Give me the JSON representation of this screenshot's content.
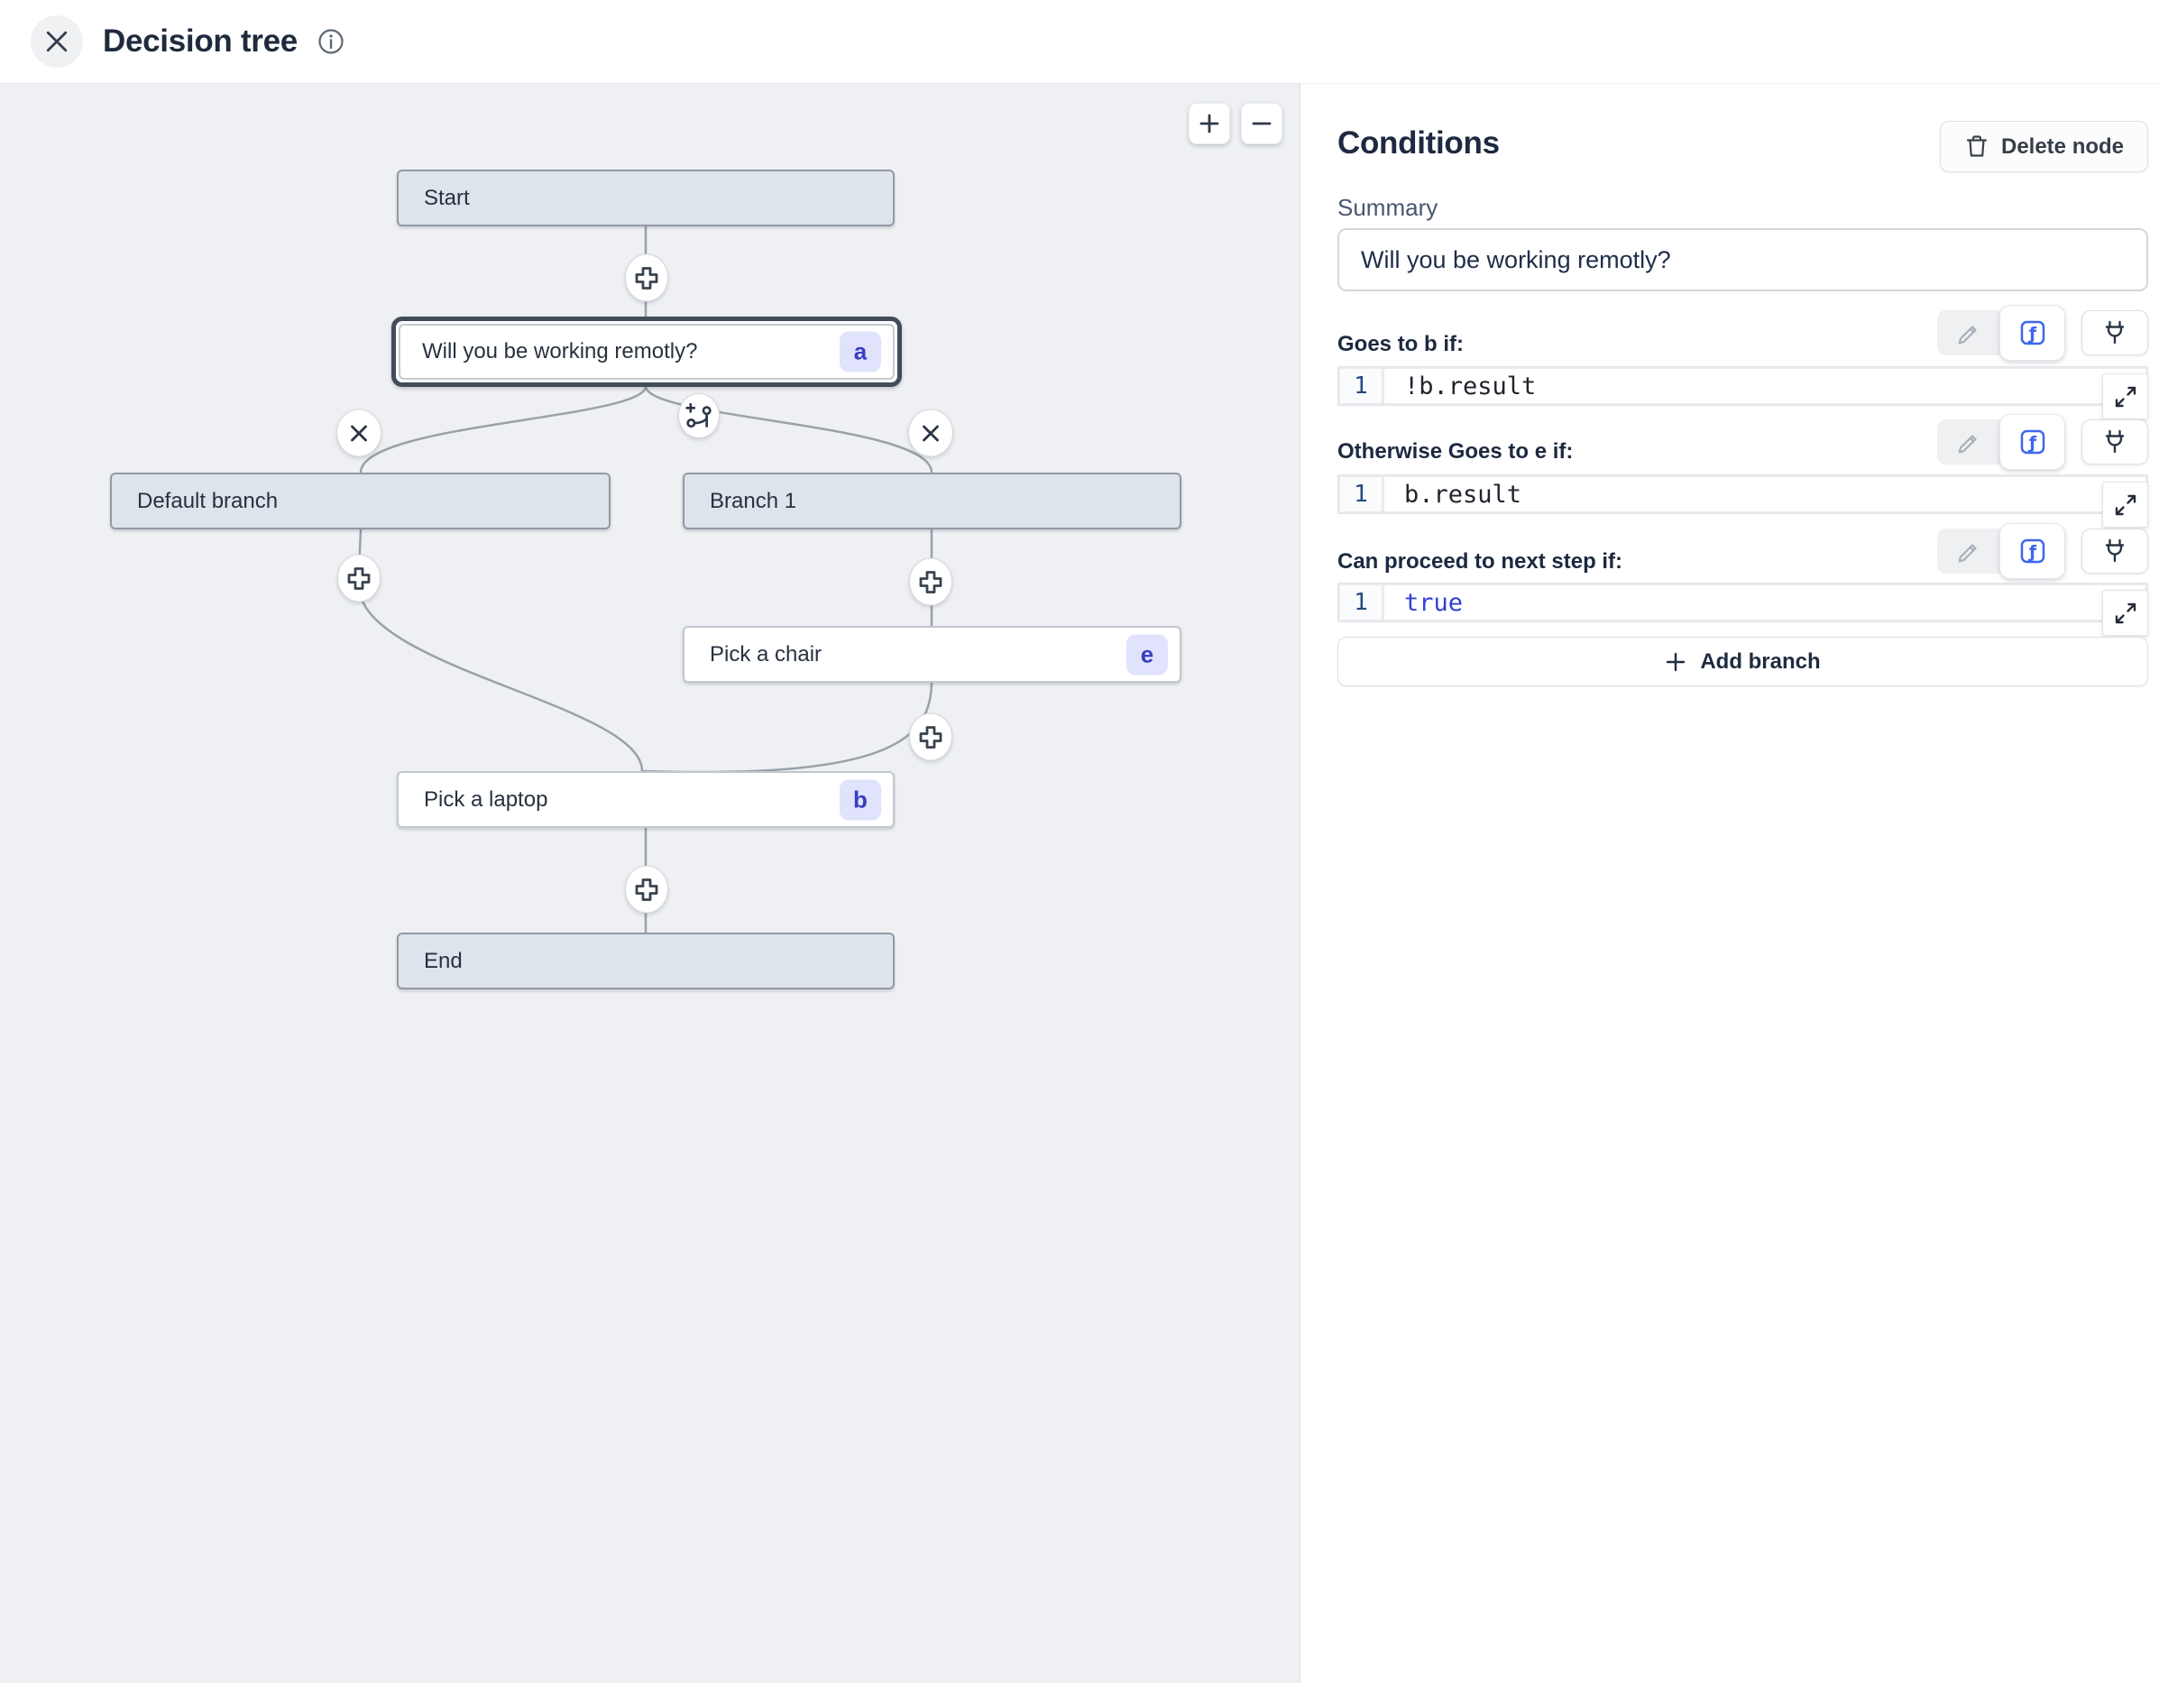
{
  "header": {
    "title": "Decision tree"
  },
  "canvas": {
    "zoom_in": "+",
    "zoom_out": "−",
    "nodes": [
      {
        "label": "Start"
      },
      {
        "label": "Will you be working remotly?",
        "badge": "a"
      },
      {
        "label": "Default branch"
      },
      {
        "label": "Branch 1"
      },
      {
        "label": "Pick a chair",
        "badge": "e"
      },
      {
        "label": "Pick a laptop",
        "badge": "b"
      },
      {
        "label": "End"
      }
    ]
  },
  "panel": {
    "title": "Conditions",
    "delete_button_label": "Delete node",
    "summary_label": "Summary",
    "summary_value": "Will you be working remotly?",
    "rules": [
      {
        "label": "Goes to b if:",
        "line_number": "1",
        "code": "!b.result"
      },
      {
        "label": "Otherwise Goes to e if:",
        "line_number": "1",
        "code": "b.result"
      },
      {
        "label": "Can proceed to next step if:",
        "line_number": "1",
        "code": "true"
      }
    ],
    "add_branch_label": "Add branch"
  },
  "colors": {
    "accent_blue": "#3d66f0",
    "keyword_blue": "#3340d6",
    "badge_bg": "#e0e3fb",
    "badge_text": "#383fc2",
    "node_gray_fill": "#dee4eb",
    "node_border_gray": "#929aa4",
    "selected_border": "#414b5a",
    "canvas_bg": "#eef0f3",
    "edge": "#9aa1a9"
  }
}
